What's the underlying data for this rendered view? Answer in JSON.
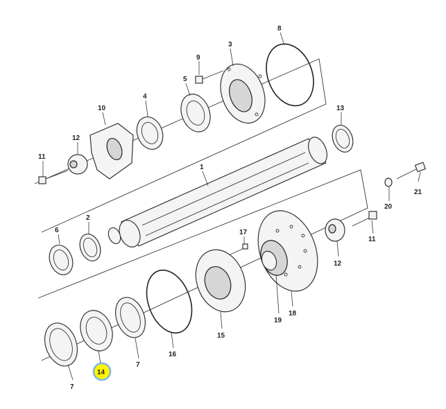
{
  "diagram": {
    "callouts": {
      "c1": "1",
      "c2": "2",
      "c3": "3",
      "c4": "4",
      "c5": "5",
      "c6": "6",
      "c7a": "7",
      "c7b": "7",
      "c8": "8",
      "c9": "9",
      "c10": "10",
      "c11a": "11",
      "c11b": "11",
      "c12a": "12",
      "c12b": "12",
      "c13": "13",
      "c14": "14",
      "c15": "15",
      "c16": "16",
      "c17": "17",
      "c18": "18",
      "c19": "19",
      "c20": "20",
      "c21": "21"
    },
    "highlight_color": "#fff600",
    "highlight_ring_color": "#7fb3e6",
    "highlighted_part": "14"
  }
}
